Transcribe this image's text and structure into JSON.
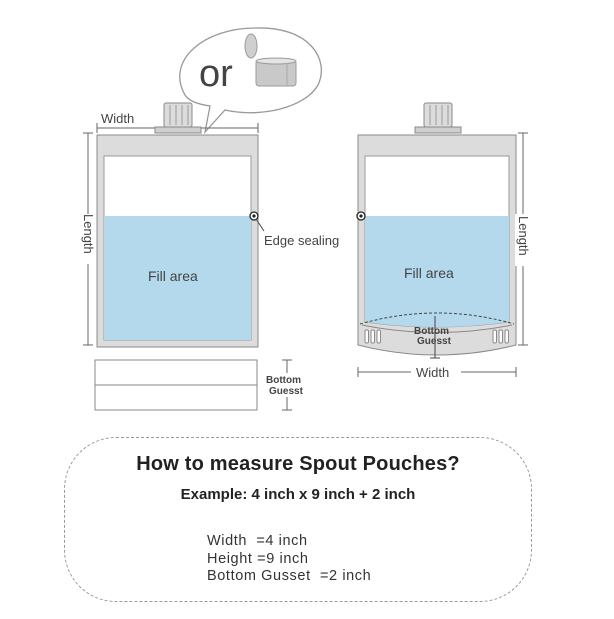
{
  "bubble": {
    "or_text": "or"
  },
  "left_pouch": {
    "width_label": "Width",
    "length_label": "Length",
    "fill_label": "Fill area",
    "edge_sealing_label": "Edge sealing",
    "bottom_label_1": "Bottom",
    "bottom_label_2": "Guesst"
  },
  "right_pouch": {
    "width_label": "Width",
    "length_label": "Length",
    "fill_label": "Fill area",
    "bottom_label_1": "Bottom",
    "bottom_label_2": "Guesst"
  },
  "info_box": {
    "title": "How to measure Spout Pouches?",
    "example": "Example: 4 inch x 9 inch + 2 inch",
    "lines": [
      "Width  =4 inch",
      "Height =9 inch",
      "Bottom Gusset  =2 inch"
    ]
  },
  "colors": {
    "fill": "#b4d9ec",
    "pouch_outline": "#888888",
    "pouch_edge": "#dcdcdc",
    "spout": "#d8d8d8"
  }
}
